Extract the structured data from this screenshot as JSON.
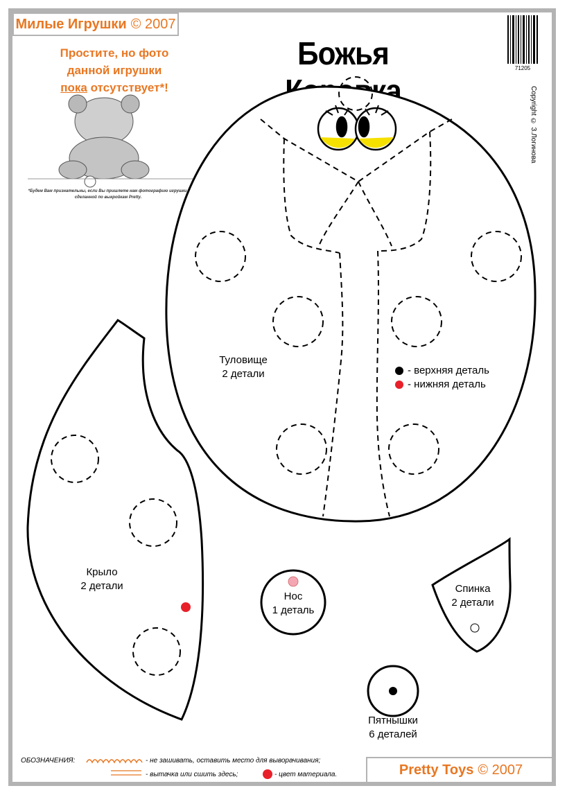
{
  "brand": {
    "name": "Милые Игрушки",
    "year": "© 2007"
  },
  "title": "Божья Коровка",
  "notice": {
    "line1": "Простите, но фото",
    "line2": "данной игрушки",
    "line3_underlined": "пока",
    "line3_rest": " отсутствует*!"
  },
  "footnote": {
    "line1": "*Будем Вам признательны, если Вы пришлете нам фотографию игрушки,",
    "line2": "сделанной по выкройкам Pretty."
  },
  "barcode": {
    "number": "71205"
  },
  "copyright": "Copyright © З.Логинова",
  "pieces": {
    "body": {
      "name": "Туловище",
      "count": "2 детали"
    },
    "wing": {
      "name": "Крыло",
      "count": "2 детали"
    },
    "nose": {
      "name": "Нос",
      "count": "1 деталь"
    },
    "back": {
      "name": "Спинка",
      "count": "2 детали"
    },
    "spots": {
      "name": "Пятнышки",
      "count": "6 деталей"
    }
  },
  "color_legend": {
    "top": {
      "text": "- верхняя деталь",
      "color": "#000000"
    },
    "bottom": {
      "text": "- нижняя деталь",
      "color": "#e8202a"
    }
  },
  "bottom_legend": {
    "label": "ОБОЗНАЧЕНИЯ:",
    "no_sew": "- не зашивать, оставить место  для выворачивания;",
    "dart": "- вытачка или сшить здесь;",
    "material": "- цвет материала."
  },
  "footer_brand": {
    "name": "Pretty Toys",
    "year": "© 2007"
  },
  "colors": {
    "accent": "#e87722",
    "red": "#e8202a",
    "pink": "#f4a6b3",
    "eye_yellow": "#f5e000",
    "frame": "#b3b3b3"
  }
}
